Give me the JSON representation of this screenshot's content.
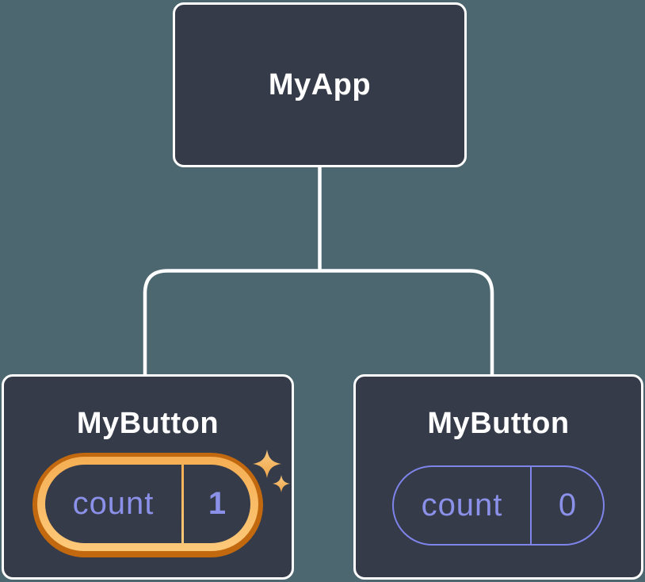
{
  "diagram": {
    "title": "component-tree-with-state",
    "root": {
      "label": "MyApp"
    },
    "children": [
      {
        "label": "MyButton",
        "state_name": "count",
        "state_value": "1",
        "highlighted": true,
        "sparkles": true
      },
      {
        "label": "MyButton",
        "state_name": "count",
        "state_value": "0",
        "highlighted": false,
        "sparkles": false
      }
    ],
    "colors": {
      "background": "#4d6770",
      "node_fill": "#353b48",
      "node_border": "#ffffff",
      "connector": "#ffffff",
      "state_text": "#8b90e9",
      "pill_border_default": "#7e84ea",
      "highlight_outer": "#c2690f",
      "highlight_inner_top": "#f5ae53",
      "highlight_inner_bottom": "#fdc979",
      "sparkle_top": "#f9c97f",
      "sparkle_bottom": "#efa64a"
    },
    "icons": [
      "sparkle-icon"
    ]
  }
}
